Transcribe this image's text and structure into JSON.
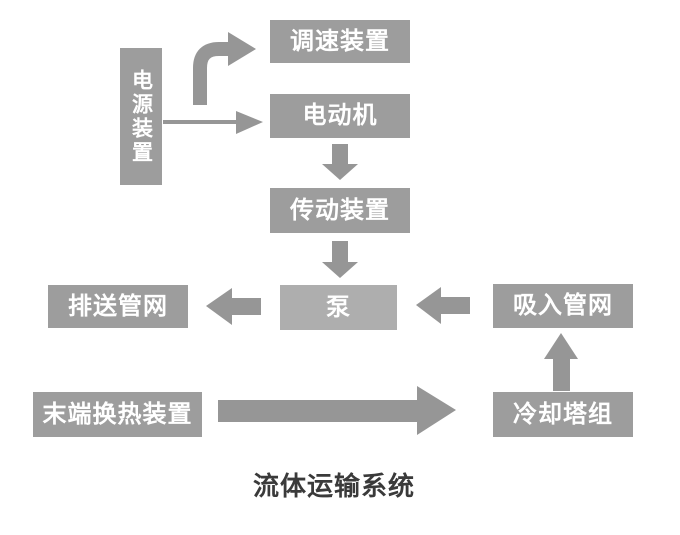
{
  "diagram": {
    "title": "流体运输系统",
    "nodes": {
      "power_supply": {
        "label": "电源装置",
        "orientation": "vertical"
      },
      "speed_control": {
        "label": "调速装置"
      },
      "motor": {
        "label": "电动机"
      },
      "transmission": {
        "label": "传动装置"
      },
      "pump": {
        "label": "泵"
      },
      "discharge_network": {
        "label": "排送管网"
      },
      "suction_network": {
        "label": "吸入管网"
      },
      "cooling_tower": {
        "label": "冷却塔组"
      },
      "terminal_heat_exchange": {
        "label": "末端换热装置"
      }
    },
    "connections": [
      {
        "from": "电源装置",
        "to": "调速装置",
        "style": "curved-elbow-arrow"
      },
      {
        "from": "电源装置",
        "to": "电动机",
        "style": "thin-line-arrow"
      },
      {
        "from": "电动机",
        "to": "传动装置",
        "style": "block-arrow-down"
      },
      {
        "from": "传动装置",
        "to": "泵",
        "style": "block-arrow-down"
      },
      {
        "from": "泵",
        "to": "排送管网",
        "style": "block-arrow-left"
      },
      {
        "from": "吸入管网",
        "to": "泵",
        "style": "block-arrow-left"
      },
      {
        "from": "冷却塔组",
        "to": "吸入管网",
        "style": "block-arrow-up"
      },
      {
        "from": "末端换热装置",
        "to": "冷却塔组",
        "style": "block-arrow-right-long"
      }
    ],
    "colors": {
      "node_fill": "#9d9d9d",
      "pump_fill": "#aeaeae",
      "arrow_fill": "#969696",
      "node_text": "#ffffff",
      "title_text": "#3a3a3a",
      "background": "#ffffff"
    }
  }
}
